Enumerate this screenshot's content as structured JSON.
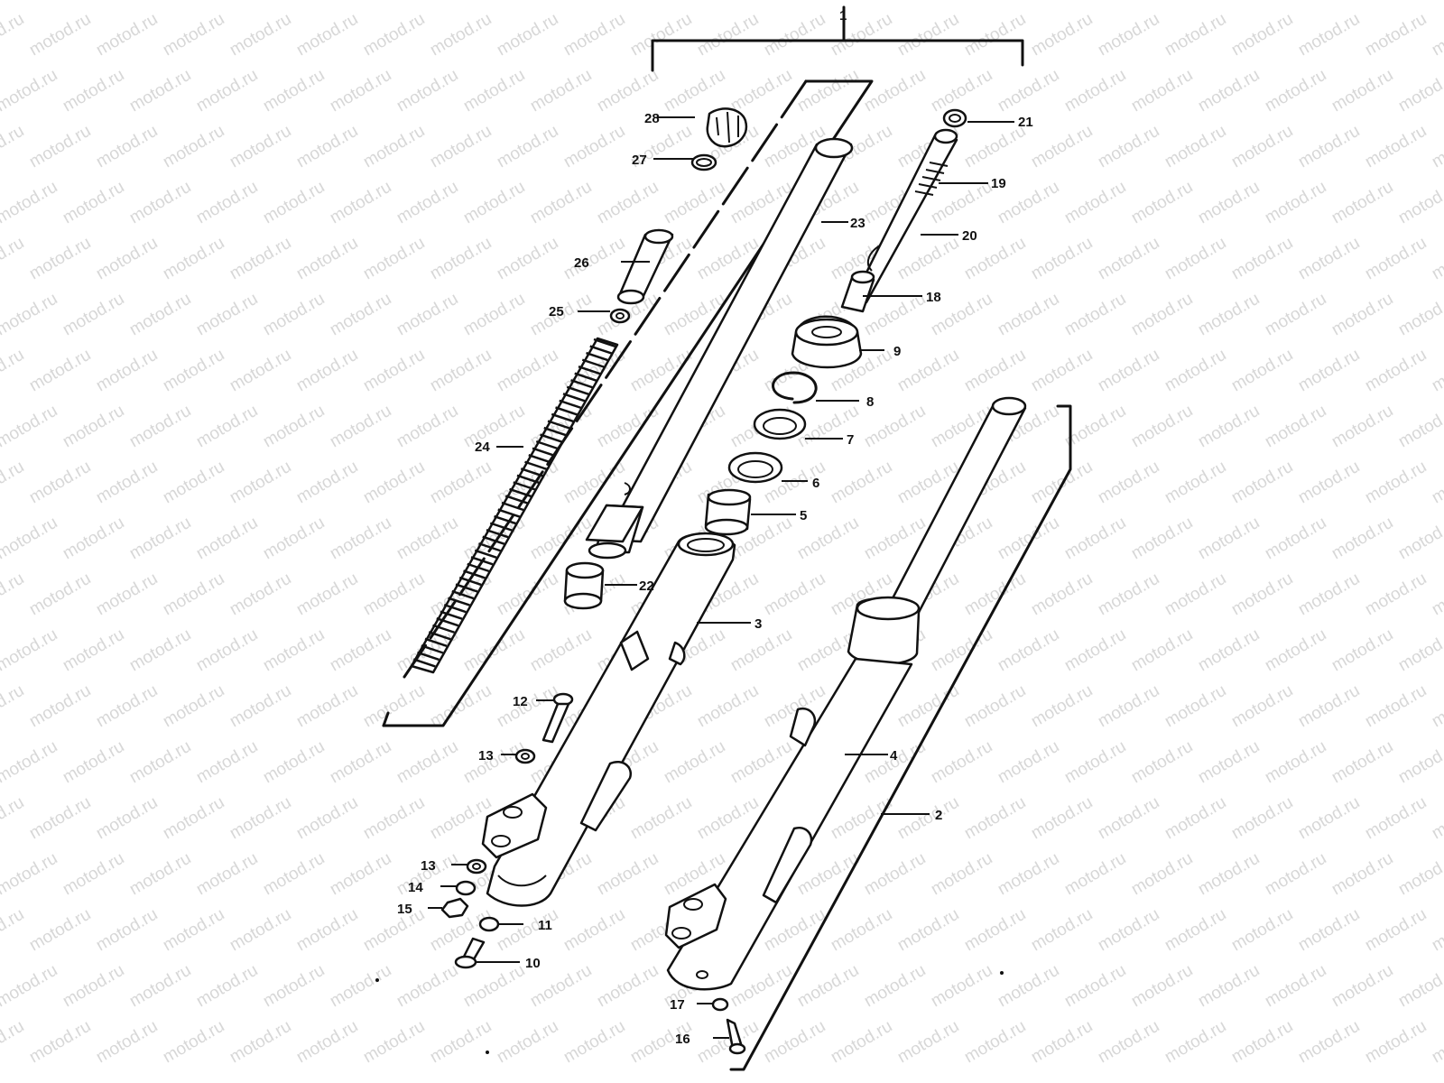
{
  "watermark": "motod.ru",
  "labels": {
    "p1": "1",
    "p2": "2",
    "p3": "3",
    "p4": "4",
    "p5": "5",
    "p6": "6",
    "p7": "7",
    "p8": "8",
    "p9": "9",
    "p10": "10",
    "p11": "11",
    "p12": "12",
    "p13a": "13",
    "p13b": "13",
    "p14": "14",
    "p15": "15",
    "p16": "16",
    "p17": "17",
    "p18": "18",
    "p19": "19",
    "p20": "20",
    "p21": "21",
    "p22": "22",
    "p23": "23",
    "p24": "24",
    "p25": "25",
    "p26": "26",
    "p27": "27",
    "p28": "28"
  }
}
